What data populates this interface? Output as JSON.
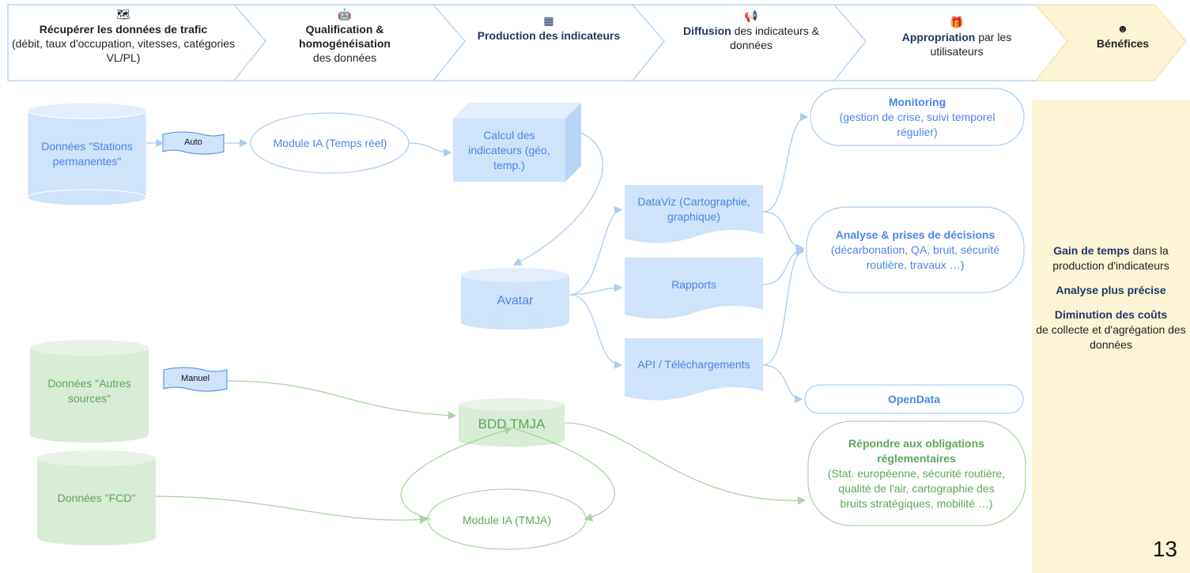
{
  "colors": {
    "blue": "#4a86e8",
    "light_blue": "#cfe3fb",
    "green": "#5aa85a",
    "light_green": "#d9ecd6",
    "arrow_blue": "#a9cdf0",
    "arrow_green": "#a8d4a0",
    "benefit_bg": "#fdf4d6",
    "step_border": "#a9cdf0",
    "title_dark": "#1f3864"
  },
  "steps": [
    {
      "icon": "🗺",
      "bold": "Récupérer les données de trafic",
      "rest": "(débit, taux d'occupation, vitesses, catégories VL/PL)"
    },
    {
      "icon": "🤖",
      "bold": "Qualification & homogénéisation",
      "rest": "des données"
    },
    {
      "icon": "▦",
      "bold": "Production des indicateurs",
      "rest": ""
    },
    {
      "icon": "📢",
      "bold": "Diffusion",
      "rest": "des indicateurs & données"
    },
    {
      "icon": "🎁",
      "bold": "Appropriation",
      "rest": "par les utilisateurs"
    },
    {
      "icon": "☻",
      "bold": "Bénéfices",
      "rest": ""
    }
  ],
  "nodes": {
    "stations": "Données \"Stations permanentes\"",
    "autres": "Données \"Autres sources\"",
    "fcd": "Données \"FCD\"",
    "module_rt": "Module IA (Temps réel)",
    "calcul": "Calcul des indicateurs (géo, temp.)",
    "avatar": "Avatar",
    "bdd": "BDD TMJA",
    "module_tmja": "Module IA (TMJA)",
    "dataviz": "DataViz (Cartographie, graphique)",
    "rapports": "Rapports",
    "api": "API / Téléchargements"
  },
  "tags": {
    "auto": "Auto",
    "manuel": "Manuel"
  },
  "outputs": [
    {
      "bold": "Monitoring",
      "rest": "(gestion de crise, suivi temporel régulier)"
    },
    {
      "bold": "Analyse & prises de décisions",
      "rest": "(décarbonation, QA, bruit, sécurité routière, travaux …)"
    },
    {
      "bold": "OpenData",
      "rest": ""
    },
    {
      "bold": "Répondre aux obligations réglementaires",
      "rest": "(Stat. européenne, sécurité routière, qualité de l'air, cartographie des bruits stratégiques, mobilité …)"
    }
  ],
  "benefits": [
    {
      "bold": "Gain de temps",
      "rest": "dans la production d'indicateurs"
    },
    {
      "bold": "Analyse plus précise",
      "rest": ""
    },
    {
      "bold": "Diminution des coûts",
      "rest": "de collecte et d'agrégation des données"
    }
  ],
  "page_number": "13"
}
